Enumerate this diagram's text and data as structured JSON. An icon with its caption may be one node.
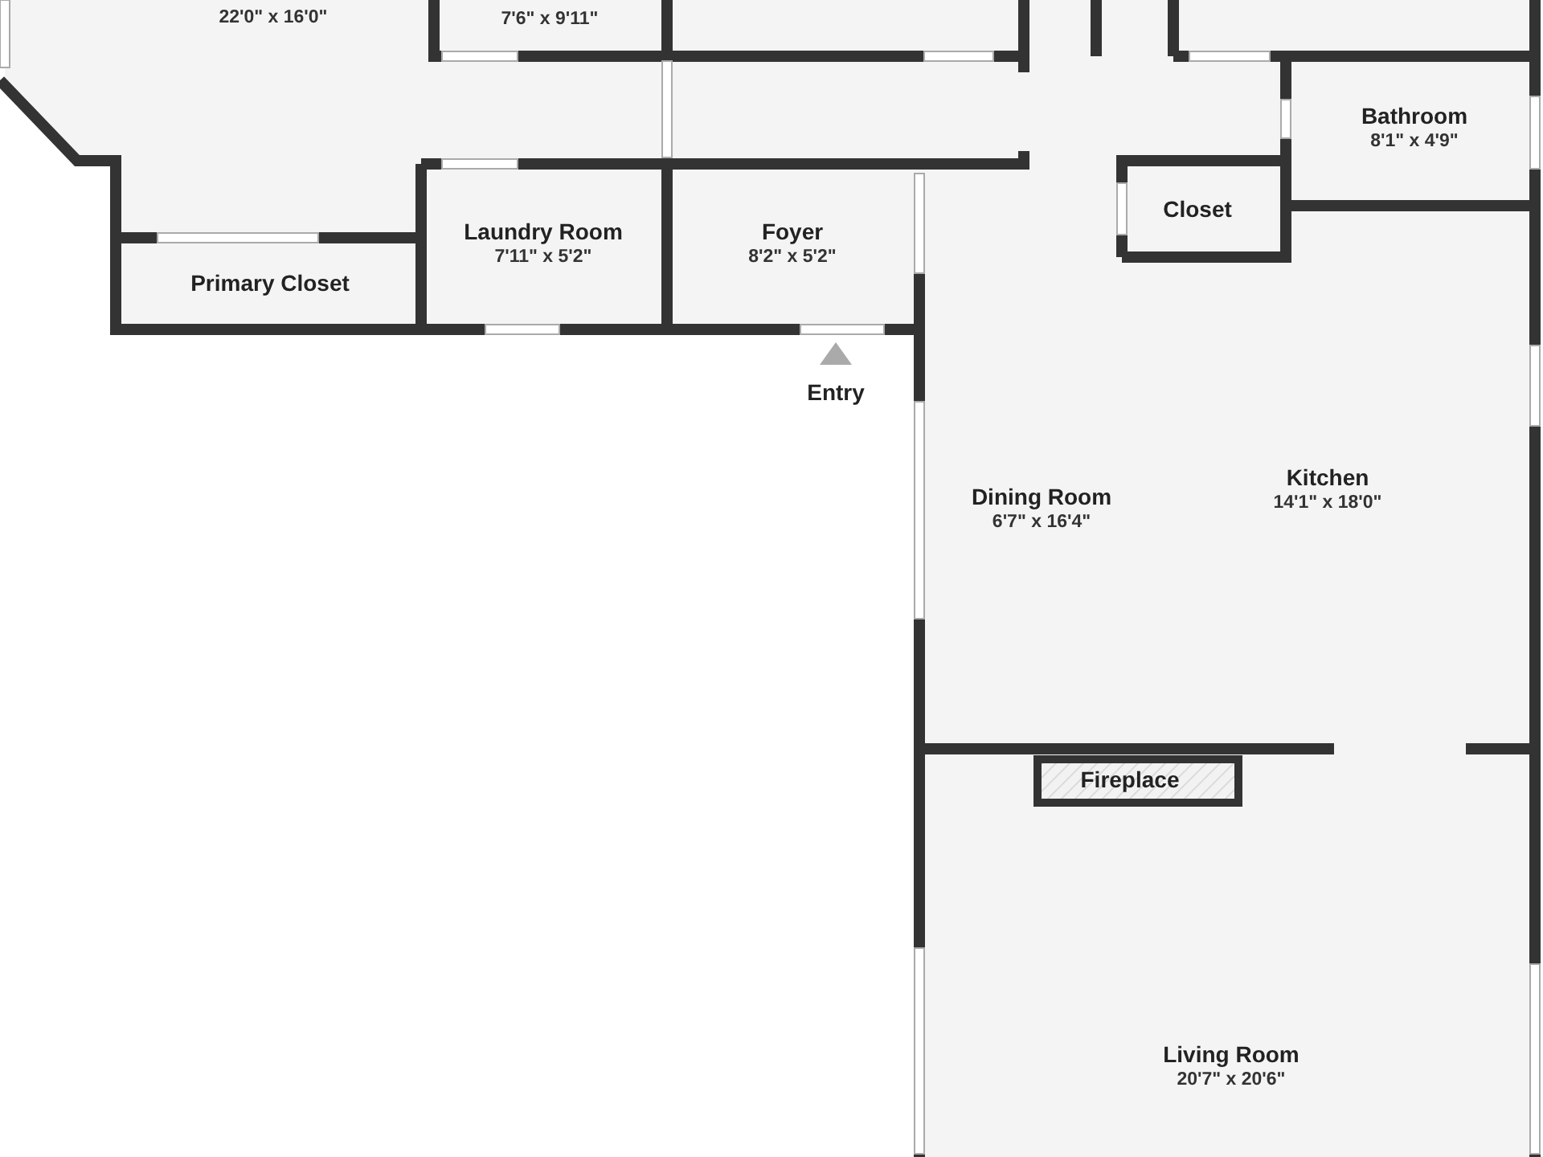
{
  "diagram": {
    "nodes": [
      {
        "text": [
          "22'0\" x 16'0\""
        ]
      },
      {
        "text": [
          "7'6\" x 9'11\""
        ]
      },
      {
        "text": [
          "Bathroom",
          "8'1\" x 4'9\""
        ]
      },
      {
        "text": [
          "Laundry Room",
          "7'11\" x 5'2\""
        ]
      },
      {
        "text": [
          "Foyer",
          "8'2\" x 5'2\""
        ]
      },
      {
        "text": [
          "Closet"
        ]
      },
      {
        "text": [
          "Primary Closet"
        ]
      },
      {
        "text": [
          "Dining Room",
          "6'7\" x 16'4\""
        ]
      },
      {
        "text": [
          "Kitchen",
          "14'1\" x 18'0\""
        ]
      },
      {
        "text": [
          "Living Room",
          "20'7\" x 20'6\""
        ]
      },
      {
        "text": [
          "Fireplace"
        ],
        "in": 9
      }
    ],
    "labels": [
      "Entry"
    ]
  }
}
